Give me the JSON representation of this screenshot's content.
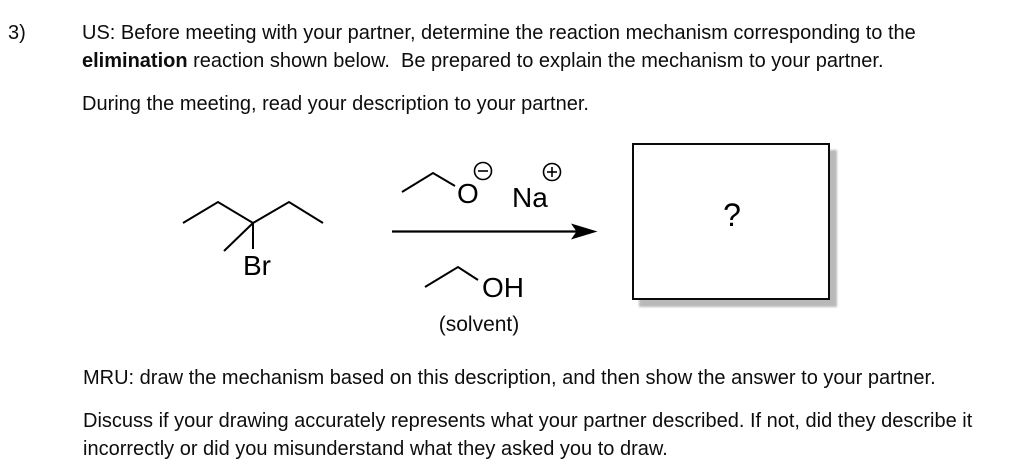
{
  "problem": {
    "number": "3)",
    "instruction_us": {
      "line1": "US: Before meeting with your partner, determine the reaction mechanism corresponding to the",
      "line2_bold": "elimination",
      "line2_rest": " reaction shown below.  Be prepared to explain the mechanism to your partner."
    },
    "instruction_meeting": "During the meeting, read your description to your partner.",
    "instruction_mru": "MRU: draw the mechanism based on this description, and then show the answer to your partner.",
    "instruction_discuss": {
      "line1": "Discuss if your drawing accurately represents what your partner described. If not, did they describe it",
      "line2": "incorrectly or did you misunderstand what they asked you to draw."
    }
  },
  "reaction": {
    "substrate_halide_label": "Br",
    "base_oxygen_label": "O",
    "base_cation_label": "Na",
    "icons": {
      "minus_charge": "⊖",
      "plus_charge": "⊕"
    },
    "solvent_hydroxyl_label": "OH",
    "solvent_note": "(solvent)",
    "product_placeholder": "?"
  },
  "colors": {
    "text": "#0d0d0d",
    "bond": "#000000",
    "box_border": "#0a0a0a",
    "box_shadow": "#b9b9b9"
  }
}
